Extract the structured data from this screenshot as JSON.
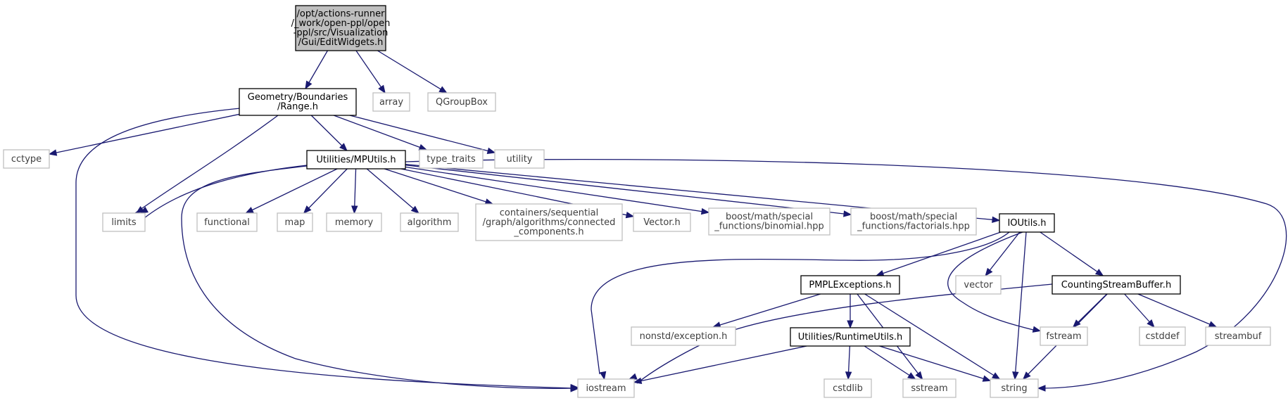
{
  "graph": {
    "nodes": [
      {
        "id": "root",
        "lines": [
          "/opt/actions-runner",
          "/_work/open-ppl/open",
          "-ppl/src/Visualization",
          "/Gui/EditWidgets.h"
        ],
        "kind": "root"
      },
      {
        "id": "range",
        "lines": [
          "Geometry/Boundaries",
          "/Range.h"
        ],
        "kind": "local"
      },
      {
        "id": "array",
        "lines": [
          "array"
        ],
        "kind": "sys"
      },
      {
        "id": "qgroupbox",
        "lines": [
          "QGroupBox"
        ],
        "kind": "sys"
      },
      {
        "id": "cctype",
        "lines": [
          "cctype"
        ],
        "kind": "sys"
      },
      {
        "id": "mputils",
        "lines": [
          "Utilities/MPUtils.h"
        ],
        "kind": "local"
      },
      {
        "id": "type_traits",
        "lines": [
          "type_traits"
        ],
        "kind": "sys"
      },
      {
        "id": "utility",
        "lines": [
          "utility"
        ],
        "kind": "sys"
      },
      {
        "id": "limits",
        "lines": [
          "limits"
        ],
        "kind": "sys"
      },
      {
        "id": "functional",
        "lines": [
          "functional"
        ],
        "kind": "sys"
      },
      {
        "id": "map",
        "lines": [
          "map"
        ],
        "kind": "sys"
      },
      {
        "id": "memory",
        "lines": [
          "memory"
        ],
        "kind": "sys"
      },
      {
        "id": "algorithm",
        "lines": [
          "algorithm"
        ],
        "kind": "sys"
      },
      {
        "id": "connected",
        "lines": [
          "containers/sequential",
          "/graph/algorithms/connected",
          "_components.h"
        ],
        "kind": "sys"
      },
      {
        "id": "vector_h",
        "lines": [
          "Vector.h"
        ],
        "kind": "sys"
      },
      {
        "id": "binomial",
        "lines": [
          "boost/math/special",
          "_functions/binomial.hpp"
        ],
        "kind": "sys"
      },
      {
        "id": "factorials",
        "lines": [
          "boost/math/special",
          "_functions/factorials.hpp"
        ],
        "kind": "sys"
      },
      {
        "id": "ioutils",
        "lines": [
          "IOUtils.h"
        ],
        "kind": "local"
      },
      {
        "id": "pmplexceptions",
        "lines": [
          "PMPLExceptions.h"
        ],
        "kind": "local"
      },
      {
        "id": "vector",
        "lines": [
          "vector"
        ],
        "kind": "sys"
      },
      {
        "id": "csb",
        "lines": [
          "CountingStreamBuffer.h"
        ],
        "kind": "local"
      },
      {
        "id": "nonstd_exception",
        "lines": [
          "nonstd/exception.h"
        ],
        "kind": "sys"
      },
      {
        "id": "runtimeutils",
        "lines": [
          "Utilities/RuntimeUtils.h"
        ],
        "kind": "local"
      },
      {
        "id": "fstream",
        "lines": [
          "fstream"
        ],
        "kind": "sys"
      },
      {
        "id": "cstddef",
        "lines": [
          "cstddef"
        ],
        "kind": "sys"
      },
      {
        "id": "streambuf",
        "lines": [
          "streambuf"
        ],
        "kind": "sys"
      },
      {
        "id": "iostream",
        "lines": [
          "iostream"
        ],
        "kind": "sys"
      },
      {
        "id": "cstdlib",
        "lines": [
          "cstdlib"
        ],
        "kind": "sys"
      },
      {
        "id": "sstream",
        "lines": [
          "sstream"
        ],
        "kind": "sys"
      },
      {
        "id": "string",
        "lines": [
          "string"
        ],
        "kind": "sys"
      }
    ],
    "edges": [
      [
        "root",
        "range"
      ],
      [
        "root",
        "array"
      ],
      [
        "root",
        "qgroupbox"
      ],
      [
        "range",
        "cctype"
      ],
      [
        "range",
        "mputils"
      ],
      [
        "range",
        "type_traits"
      ],
      [
        "range",
        "utility"
      ],
      [
        "range",
        "limits"
      ],
      [
        "range",
        "iostream"
      ],
      [
        "mputils",
        "limits"
      ],
      [
        "mputils",
        "functional"
      ],
      [
        "mputils",
        "map"
      ],
      [
        "mputils",
        "memory"
      ],
      [
        "mputils",
        "algorithm"
      ],
      [
        "mputils",
        "connected"
      ],
      [
        "mputils",
        "vector_h"
      ],
      [
        "mputils",
        "binomial"
      ],
      [
        "mputils",
        "factorials"
      ],
      [
        "mputils",
        "ioutils"
      ],
      [
        "mputils",
        "iostream"
      ],
      [
        "mputils",
        "string"
      ],
      [
        "ioutils",
        "pmplexceptions"
      ],
      [
        "ioutils",
        "vector"
      ],
      [
        "ioutils",
        "csb"
      ],
      [
        "ioutils",
        "iostream"
      ],
      [
        "ioutils",
        "fstream"
      ],
      [
        "ioutils",
        "string"
      ],
      [
        "pmplexceptions",
        "nonstd_exception"
      ],
      [
        "pmplexceptions",
        "runtimeutils"
      ],
      [
        "pmplexceptions",
        "sstream"
      ],
      [
        "pmplexceptions",
        "string"
      ],
      [
        "runtimeutils",
        "iostream"
      ],
      [
        "runtimeutils",
        "cstdlib"
      ],
      [
        "runtimeutils",
        "sstream"
      ],
      [
        "runtimeutils",
        "string"
      ],
      [
        "csb",
        "iostream"
      ],
      [
        "csb",
        "fstream"
      ],
      [
        "csb",
        "cstddef"
      ],
      [
        "csb",
        "streambuf"
      ],
      [
        "csb",
        "string"
      ]
    ]
  }
}
